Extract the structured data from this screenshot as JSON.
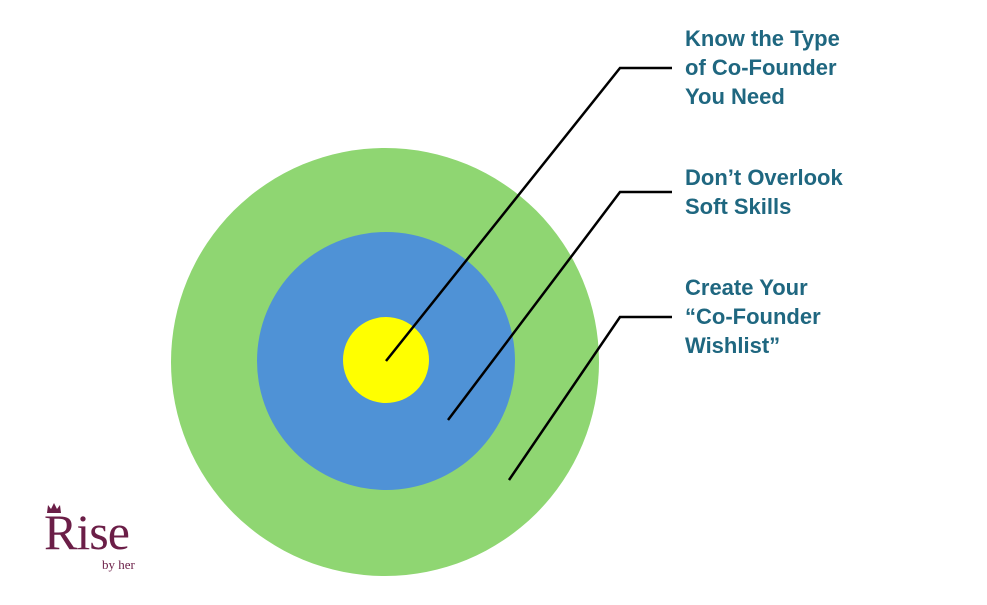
{
  "colors": {
    "outer_ring": "#8fd672",
    "middle_ring": "#4f92d6",
    "inner_circle": "#ffff00",
    "leader_line": "#000000",
    "label_text": "#1f6780",
    "logo": "#6b1e47"
  },
  "diagram": {
    "rings": [
      {
        "name": "outer",
        "color_key": "outer_ring"
      },
      {
        "name": "middle",
        "color_key": "middle_ring"
      },
      {
        "name": "inner",
        "color_key": "inner_circle"
      }
    ],
    "labels": [
      {
        "lines": [
          "Know the Type",
          "of Co-Founder",
          "You Need"
        ]
      },
      {
        "lines": [
          "Don’t Overlook",
          "Soft Skills"
        ]
      },
      {
        "lines": [
          "Create Your",
          "“Co-Founder",
          "Wishlist”"
        ]
      }
    ]
  },
  "logo": {
    "word": "Rise",
    "sub": "by her",
    "icon": "crown-icon"
  }
}
